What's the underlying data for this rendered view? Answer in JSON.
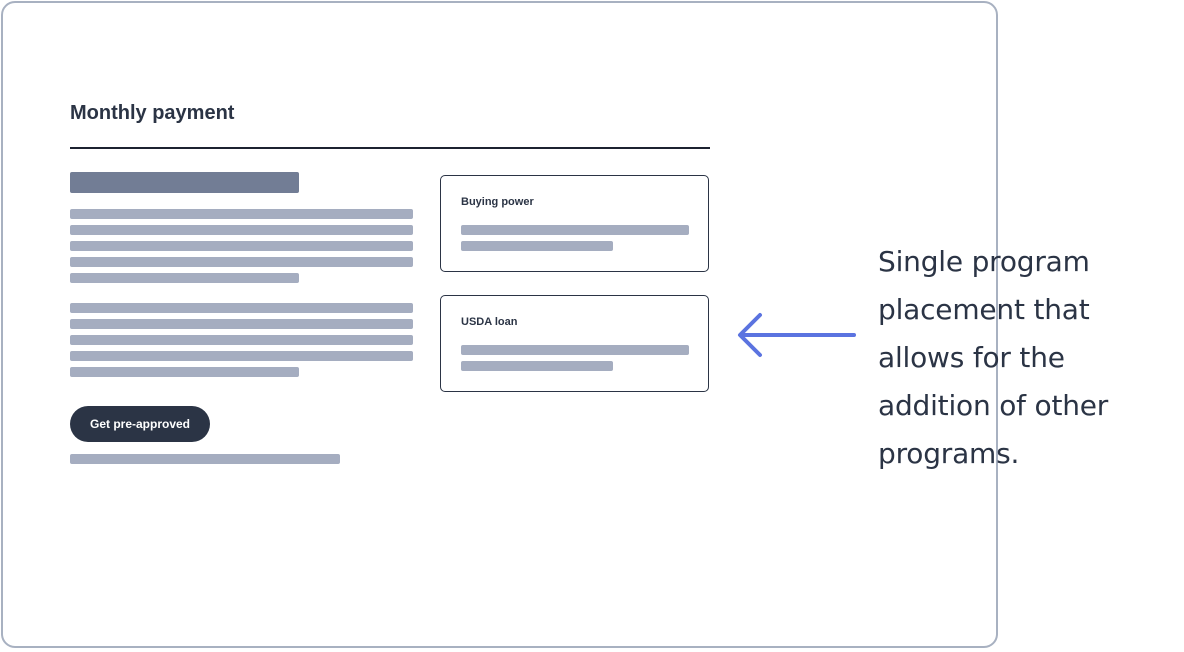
{
  "section": {
    "title": "Monthly payment"
  },
  "cards": [
    {
      "label": "Buying power"
    },
    {
      "label": "USDA loan"
    }
  ],
  "cta": {
    "label": "Get pre-approved"
  },
  "annotation": {
    "text": "Single program placement that allows for the addition of other programs."
  },
  "icons": {
    "arrow": "arrow-left-icon"
  },
  "colors": {
    "text_dark": "#2b3445",
    "placeholder": "#a5adc0",
    "placeholder_dark": "#727d95",
    "frame_border": "#a8b1c1",
    "arrow": "#5b73e0",
    "button_bg": "#2b3445",
    "button_text": "#ffffff"
  }
}
